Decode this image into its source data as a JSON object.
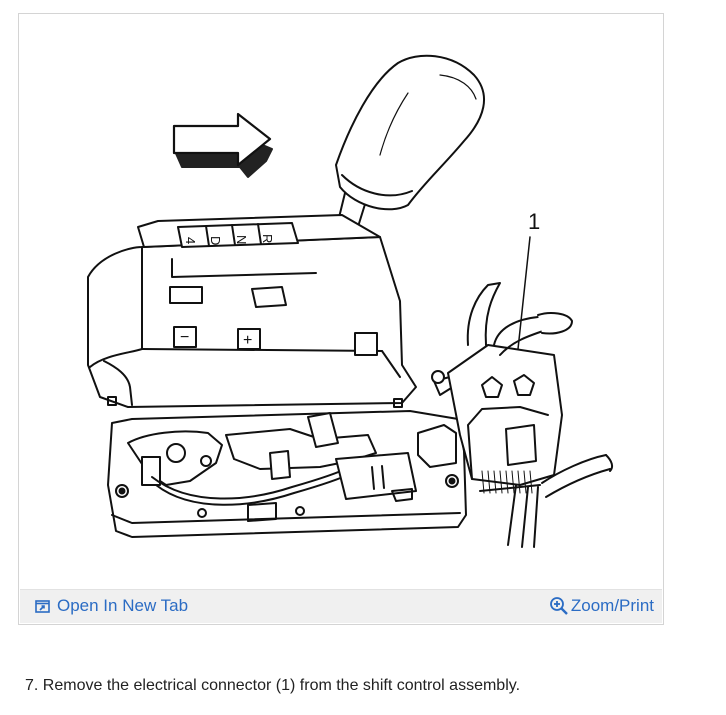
{
  "figure": {
    "callout_number": "1",
    "gear_labels": [
      "R",
      "N",
      "D",
      "4"
    ],
    "minus_label": "−",
    "plus_label": "+"
  },
  "footer": {
    "open_tab_label": "Open In New Tab",
    "zoom_label": "Zoom/Print",
    "open_tab_icon": "open-in-new-tab-icon",
    "zoom_icon": "zoom-magnifier-icon",
    "link_color": "#2b6cc4"
  },
  "step": {
    "text": "7. Remove the electrical connector (1) from the shift control assembly."
  }
}
